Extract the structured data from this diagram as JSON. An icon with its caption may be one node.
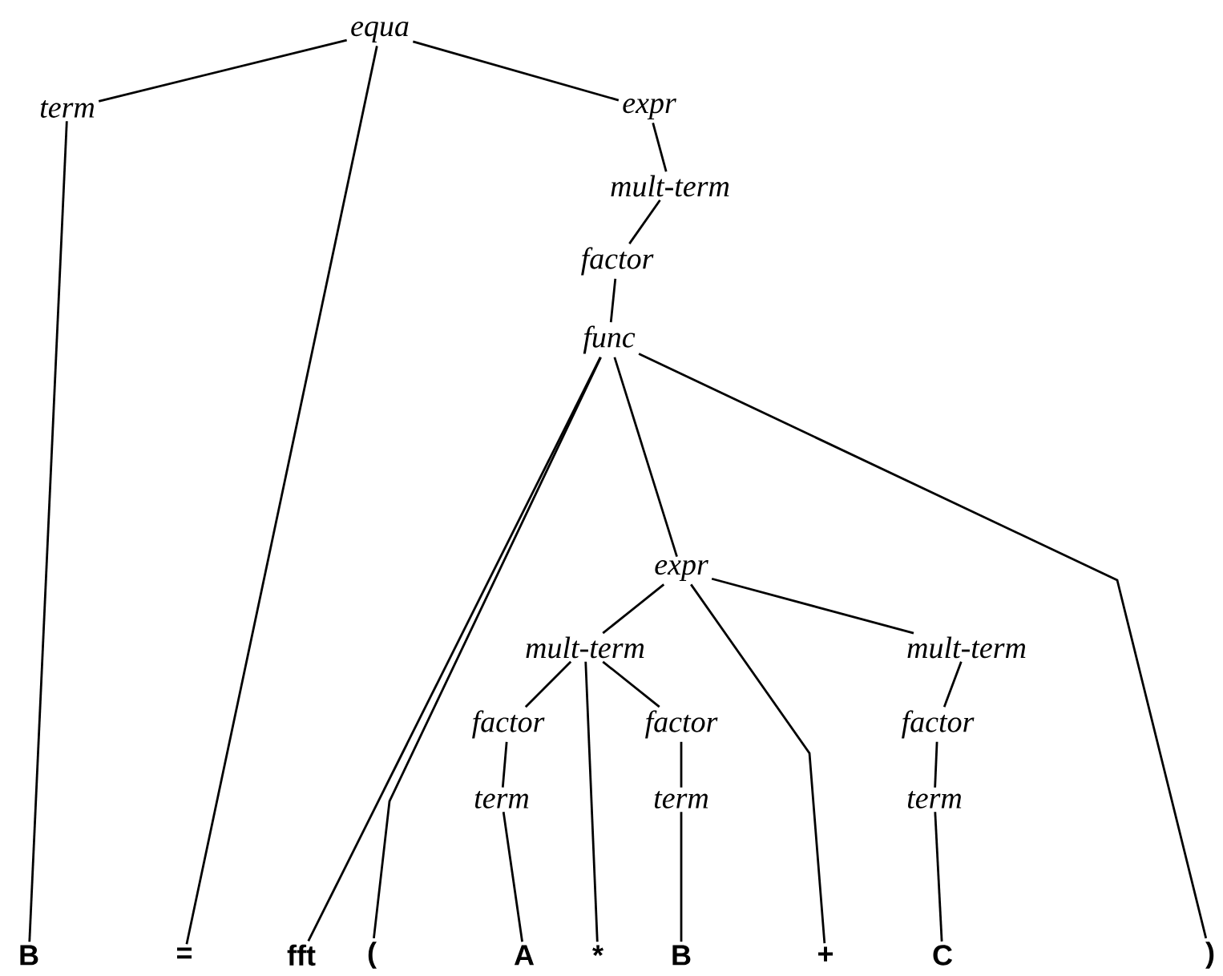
{
  "diagram": {
    "nodes": [
      {
        "text": [
          "equa"
        ]
      },
      {
        "text": [
          "term"
        ]
      },
      {
        "text": [
          "expr"
        ]
      },
      {
        "text": [
          "mult-term"
        ]
      },
      {
        "text": [
          "factor"
        ]
      },
      {
        "text": [
          "func"
        ]
      },
      {
        "text": [
          "expr"
        ]
      },
      {
        "text": [
          "mult-term"
        ]
      },
      {
        "text": [
          "mult-term"
        ]
      },
      {
        "text": [
          "factor"
        ]
      },
      {
        "text": [
          "factor"
        ]
      },
      {
        "text": [
          "factor"
        ]
      },
      {
        "text": [
          "term"
        ]
      },
      {
        "text": [
          "term"
        ]
      },
      {
        "text": [
          "term"
        ]
      },
      {
        "text": [
          "B"
        ]
      },
      {
        "text": [
          "="
        ]
      },
      {
        "text": [
          "fft"
        ]
      },
      {
        "text": [
          "("
        ]
      },
      {
        "text": [
          "A"
        ]
      },
      {
        "text": [
          "*"
        ]
      },
      {
        "text": [
          "B"
        ]
      },
      {
        "text": [
          "+"
        ]
      },
      {
        "text": [
          "C"
        ]
      },
      {
        "text": [
          ")"
        ]
      }
    ],
    "edges": [
      {
        "from": 0,
        "to": 1,
        "arrow": "none"
      },
      {
        "from": 0,
        "to": 16,
        "arrow": "none"
      },
      {
        "from": 0,
        "to": 2,
        "arrow": "none"
      },
      {
        "from": 1,
        "to": 15,
        "arrow": "none"
      },
      {
        "from": 2,
        "to": 3,
        "arrow": "none"
      },
      {
        "from": 3,
        "to": 4,
        "arrow": "none"
      },
      {
        "from": 4,
        "to": 5,
        "arrow": "none"
      },
      {
        "from": 5,
        "to": 17,
        "arrow": "none"
      },
      {
        "from": 5,
        "to": 18,
        "arrow": "none"
      },
      {
        "from": 5,
        "to": 6,
        "arrow": "none"
      },
      {
        "from": 5,
        "to": 24,
        "arrow": "none"
      },
      {
        "from": 6,
        "to": 7,
        "arrow": "none"
      },
      {
        "from": 6,
        "to": 22,
        "arrow": "none"
      },
      {
        "from": 6,
        "to": 8,
        "arrow": "none"
      },
      {
        "from": 7,
        "to": 9,
        "arrow": "none"
      },
      {
        "from": 7,
        "to": 20,
        "arrow": "none"
      },
      {
        "from": 7,
        "to": 10,
        "arrow": "none"
      },
      {
        "from": 9,
        "to": 12,
        "arrow": "none"
      },
      {
        "from": 10,
        "to": 13,
        "arrow": "none"
      },
      {
        "from": 12,
        "to": 19,
        "arrow": "none"
      },
      {
        "from": 13,
        "to": 21,
        "arrow": "none"
      },
      {
        "from": 8,
        "to": 11,
        "arrow": "none"
      },
      {
        "from": 11,
        "to": 14,
        "arrow": "none"
      },
      {
        "from": 14,
        "to": 23,
        "arrow": "none"
      }
    ]
  }
}
